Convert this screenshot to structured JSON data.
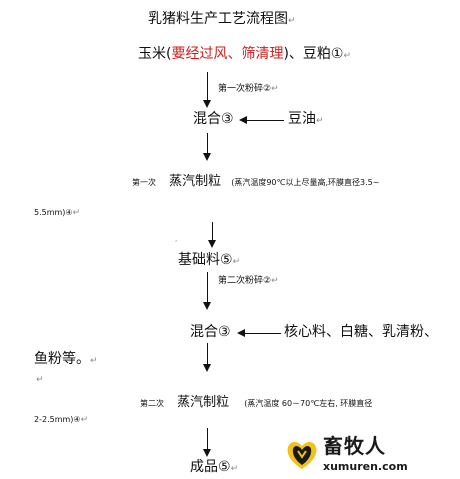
{
  "title": "乳猪料生产工艺流程图",
  "step1": {
    "prefix": "玉米(",
    "red_text": "要经过风、筛清理",
    "suffix": ")、豆粕①"
  },
  "step2_label": "第一次粉碎②",
  "step3": {
    "main": "混合③",
    "side": "豆油"
  },
  "step4": {
    "order": "第一次",
    "name": "蒸汽制粒",
    "note": "(蒸汽温度90℃以上尽量高,环膜直径3.5~",
    "note_cont": "5.5mm)④"
  },
  "step5": "基础料⑤",
  "step6_label": "第二次粉碎②",
  "step7": {
    "main": "混合③",
    "side": "核心料、白糖、乳清粉、",
    "side_cont": "鱼粉等。"
  },
  "step8": {
    "order": "第二次",
    "name": "蒸汽制粒",
    "note": "(蒸汽温度 60－70℃左右, 环膜直径",
    "note_cont": "2-2.5mm)④"
  },
  "step9": "成品⑤",
  "watermark": {
    "cn": "畜牧人",
    "url": "xumuren.com"
  },
  "mark": "↵"
}
